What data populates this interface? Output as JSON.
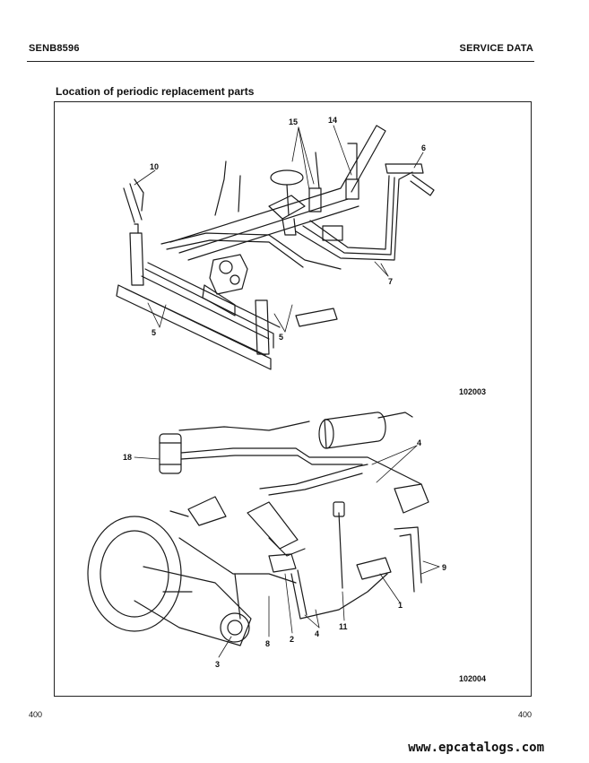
{
  "header": {
    "doc_number": "SENB8596",
    "section": "SERVICE DATA"
  },
  "section_title": "Location of periodic replacement parts",
  "upper_figure": {
    "figure_number": "102003",
    "callouts": [
      "15",
      "14",
      "10",
      "6",
      "7",
      "5",
      "5"
    ]
  },
  "lower_figure": {
    "figure_number": "102004",
    "callouts": [
      "18",
      "4",
      "9",
      "1",
      "11",
      "4",
      "2",
      "8",
      "3"
    ]
  },
  "footer": {
    "page_left": "400",
    "page_right": "400"
  },
  "watermark": "www.epcatalogs.com"
}
